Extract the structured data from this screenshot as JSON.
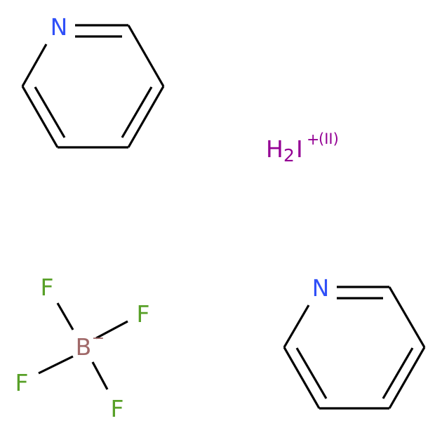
{
  "colors": {
    "bond": "#000000",
    "nitrogen": "#3050F8",
    "iodine": "#940094",
    "fluorine": "#58A028",
    "boron": "#A06868"
  },
  "pyridine_1": {
    "n_label": "N"
  },
  "pyridine_2": {
    "n_label": "N"
  },
  "iodine_species": {
    "h_label": "H",
    "h_count": "2",
    "element": "I",
    "charge": "+",
    "oxidation_state": "(II)"
  },
  "tetrafluoroborate": {
    "boron_label": "B",
    "boron_charge": "−",
    "fluorine_labels": [
      "F",
      "F",
      "F",
      "F"
    ]
  }
}
